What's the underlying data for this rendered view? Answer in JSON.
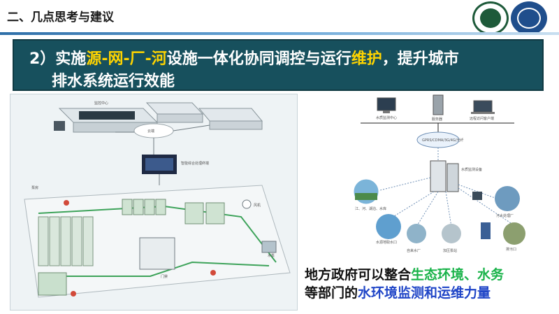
{
  "header": {
    "section_title": "二、几点思考与建议"
  },
  "banner": {
    "line1": {
      "prefix": "2）实施",
      "highlight1": "源-网-厂-河",
      "middle": "设施一体化协同调控与运行",
      "highlight2": "维护",
      "suffix": "，提升城市"
    },
    "line2": "排水系统运行效能"
  },
  "left_diagram": {
    "labels": {
      "monitor_center": "监控中心",
      "cloud": "云端",
      "terminal": "智能综合处理终端",
      "pump_room": "泵房",
      "pump": "水泵",
      "fan": "风机",
      "gate": "门禁"
    }
  },
  "right_diagram": {
    "labels": {
      "center": "水质监测中心",
      "server": "服务器",
      "client": "远程访问客户端",
      "network": "GPRS/CDMA/3G/4G/光纤",
      "equipment": "水质监测设备",
      "river": "江、河、湖泊、水库",
      "source": "水源地取水口",
      "plant": "污水处理厂",
      "outlet": "排污口",
      "station": "自来水厂",
      "pump_station": "加压泵站"
    }
  },
  "caption": {
    "line1_prefix": "地方政府可以整合",
    "line1_green": "生态环境、水务",
    "line2_prefix": "等部门的",
    "line2_blue": "水环境监测和运维力量"
  }
}
